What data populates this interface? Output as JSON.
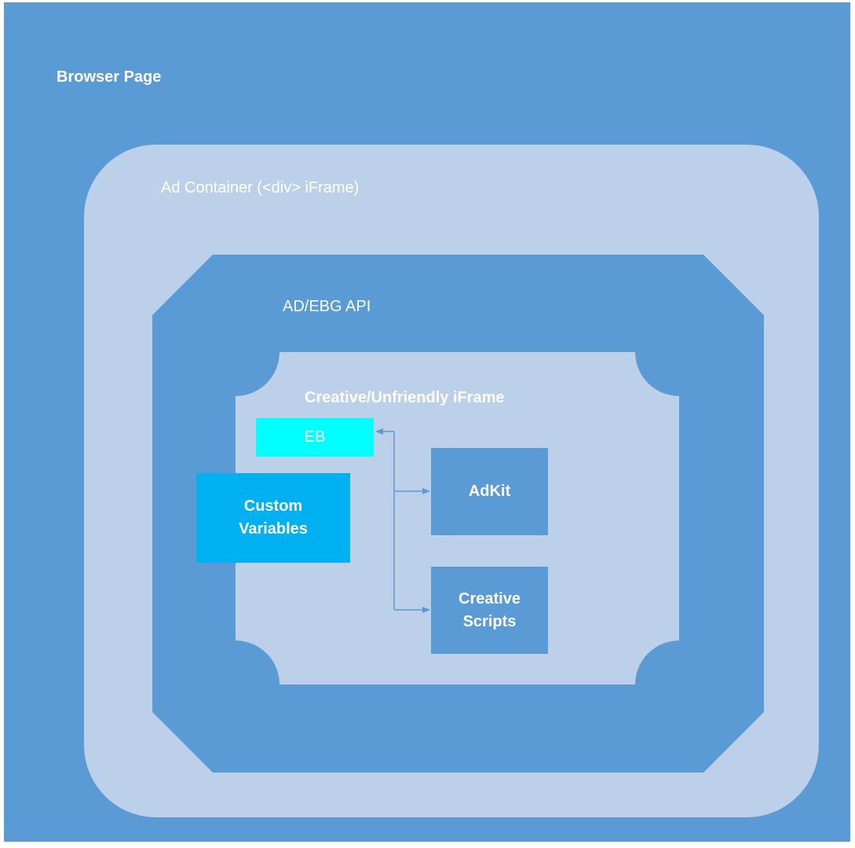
{
  "labels": {
    "browser_page": "Browser Page",
    "ad_container": "Ad Container (<div> iFrame)",
    "api": "AD/EBG API",
    "creative_iframe": "Creative/Unfriendly iFrame"
  },
  "boxes": {
    "eb": "EB",
    "custom_variables": [
      "Custom",
      "Variables"
    ],
    "adkit": "AdKit",
    "creative_scripts": [
      "Creative",
      "Scripts"
    ]
  },
  "colors": {
    "outer_blue": "#5b9bd5",
    "light_panel": "#bdd0e9",
    "eb_cyan": "#00ffff",
    "custom_vars_blue": "#00b0f0",
    "arrow": "#5b9bd5",
    "text": "#ffffff"
  }
}
